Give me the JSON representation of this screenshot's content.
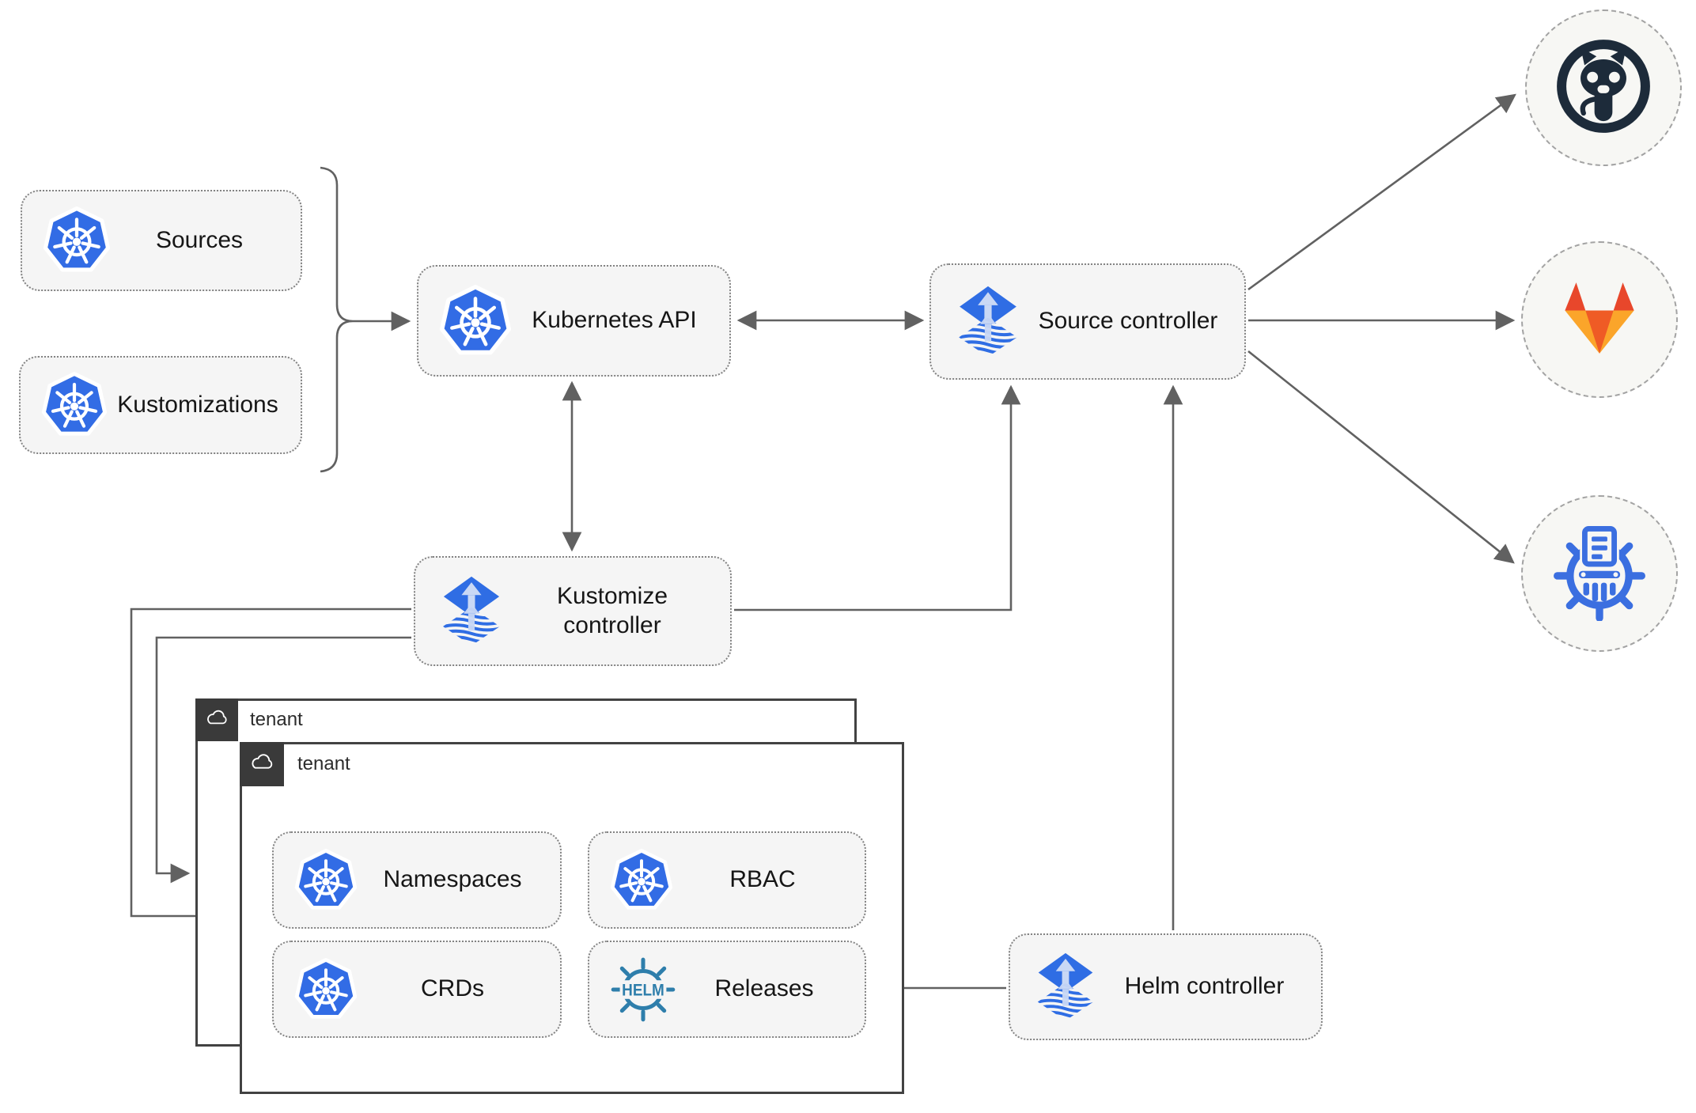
{
  "nodes": {
    "sources": {
      "label": "Sources"
    },
    "kustomizations": {
      "label": "Kustomizations"
    },
    "kubernetes_api": {
      "label": "Kubernetes API"
    },
    "source_controller": {
      "label": "Source controller"
    },
    "kustomize_controller": {
      "label": "Kustomize controller"
    },
    "helm_controller": {
      "label": "Helm controller"
    },
    "outer_tenant": {
      "label": "tenant"
    },
    "inner_tenant": {
      "label": "tenant"
    },
    "namespaces": {
      "label": "Namespaces"
    },
    "rbac": {
      "label": "RBAC"
    },
    "crds": {
      "label": "CRDs"
    },
    "releases": {
      "label": "Releases"
    }
  },
  "logos": {
    "helm_wordmark": "HELM",
    "kubernetes": "kubernetes-logo",
    "flux": "flux-logo",
    "cloud": "cloud-icon",
    "github": "github-logo",
    "gitlab": "gitlab-logo",
    "chartmuseum": "helm-repository-logo"
  },
  "edges": [
    {
      "from": "sources+kustomizations",
      "to": "kubernetes_api",
      "type": "arrow"
    },
    {
      "from": "kubernetes_api",
      "to": "source_controller",
      "type": "double-arrow"
    },
    {
      "from": "kubernetes_api",
      "to": "kustomize_controller",
      "type": "double-arrow"
    },
    {
      "from": "kustomize_controller",
      "to": "source_controller",
      "type": "arrow"
    },
    {
      "from": "kustomize_controller",
      "to": "outer_tenant",
      "type": "arrow"
    },
    {
      "from": "kustomize_controller",
      "to": "inner_tenant",
      "type": "arrow"
    },
    {
      "from": "helm_controller",
      "to": "source_controller",
      "type": "arrow"
    },
    {
      "from": "helm_controller",
      "to": "releases",
      "type": "arrow"
    },
    {
      "from": "source_controller",
      "to": "github",
      "type": "arrow"
    },
    {
      "from": "source_controller",
      "to": "gitlab",
      "type": "arrow"
    },
    {
      "from": "source_controller",
      "to": "chartmuseum",
      "type": "arrow"
    }
  ],
  "colors": {
    "kubernetes_blue": "#326ce5",
    "flux_blue": "#2f6de4",
    "flux_arrow_light": "#c9d8f5",
    "helm_teal": "#2e7eab",
    "chartmuseum_blue": "#3b6fe0",
    "github_dark": "#1d2b3a",
    "gitlab_red_orange": "#e8472b",
    "gitlab_orange": "#ef5b25",
    "gitlab_light_orange": "#fba52a",
    "connector_gray": "#616161",
    "node_fill": "#f5f5f5",
    "node_border": "#838383",
    "tenant_border": "#424242",
    "tenant_header_bg": "#3a3a3a",
    "endpoint_fill": "#f7f7f4",
    "endpoint_border": "#a3a3a3",
    "label_color": "#161616"
  }
}
